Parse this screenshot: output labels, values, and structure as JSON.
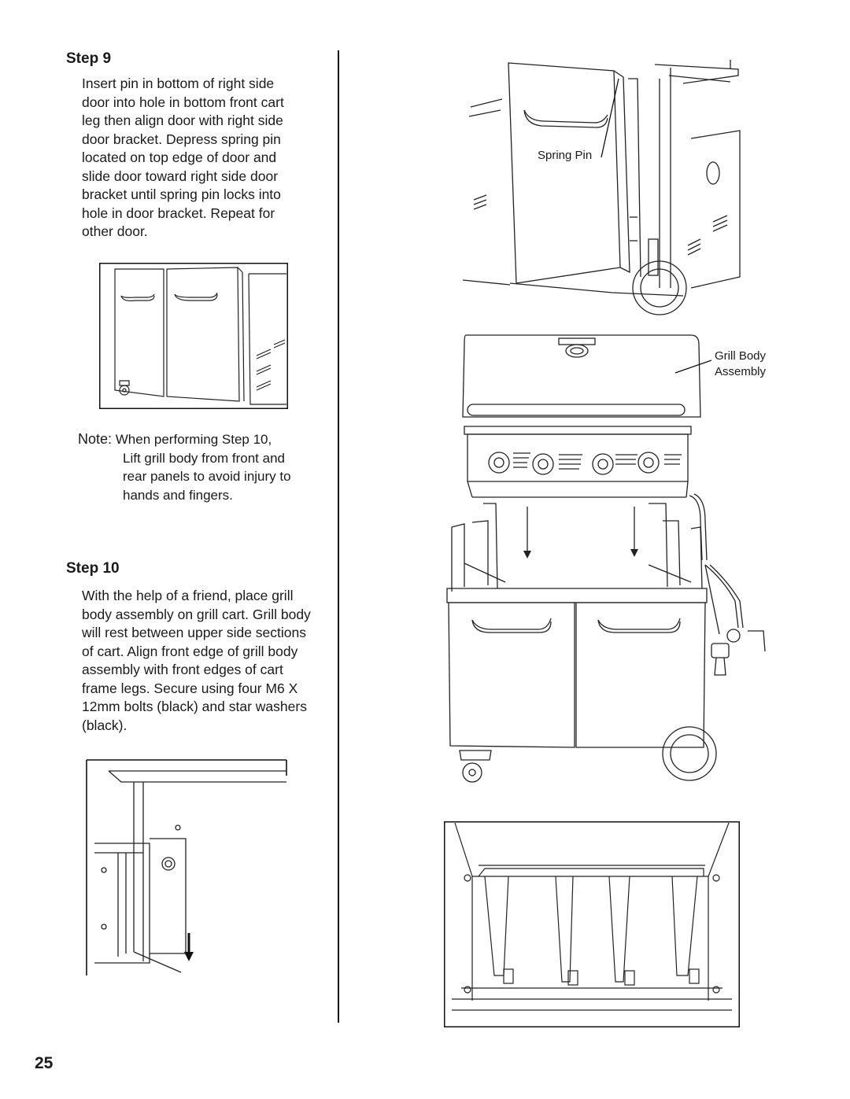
{
  "step9": {
    "title": "Step 9",
    "text": "Insert pin in bottom of right side door into hole in bottom front cart leg then align door with right side door bracket. Depress spring pin located on top edge of door and slide door toward right side door bracket until spring pin locks into hole in door bracket. Repeat for other door."
  },
  "note": {
    "label": "Note:",
    "first_line": "When performing Step 10,",
    "rest": "Lift grill body from front and rear panels to avoid injury to hands and fingers."
  },
  "step10": {
    "title": "Step 10",
    "text": "With the help of a friend, place grill body assembly on grill cart. Grill body will rest between upper side sections of cart. Align front edge of grill body assembly with front edges of cart frame legs. Secure using four M6 X 12mm bolts (black) and star washers (black)."
  },
  "callouts": {
    "spring_pin": "Spring Pin",
    "grill_body_line1": "Grill Body",
    "grill_body_line2": "Assembly"
  },
  "page_number": "25"
}
